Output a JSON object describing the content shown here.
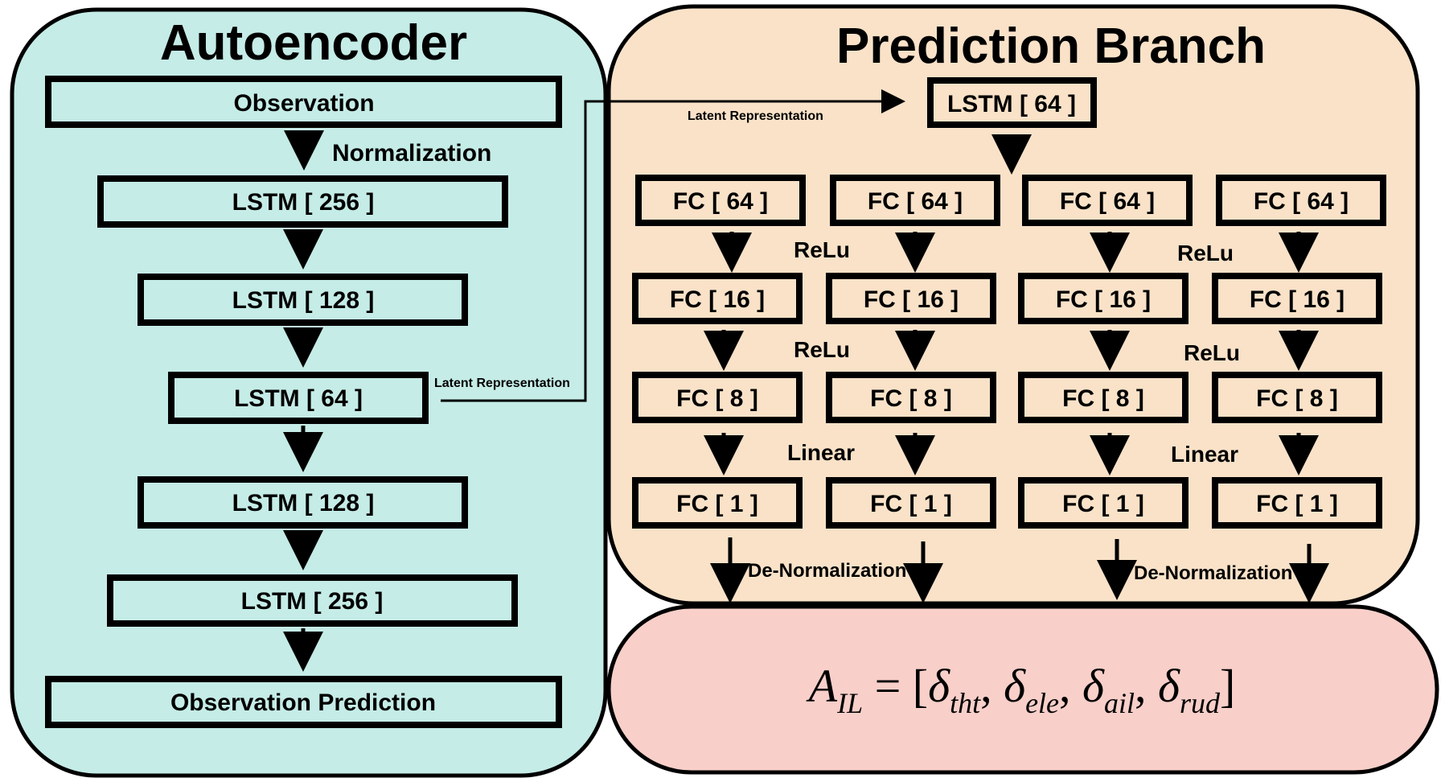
{
  "colors": {
    "autoencoder_bg": "#c5ece7",
    "prediction_bg": "#f9e2c8",
    "output_bg": "#f8cfc9",
    "stroke": "#000000"
  },
  "autoencoder": {
    "title": "Autoencoder",
    "observation": "Observation",
    "normalization": "Normalization",
    "lstm_256_enc": "LSTM [ 256 ]",
    "lstm_128_enc": "LSTM [ 128 ]",
    "lstm_64": "LSTM [ 64 ]",
    "latent_label": "Latent Representation",
    "lstm_128_dec": "LSTM [ 128 ]",
    "lstm_256_dec": "LSTM [ 256 ]",
    "observation_prediction": "Observation Prediction"
  },
  "prediction": {
    "title": "Prediction Branch",
    "latent_label": "Latent Representation",
    "lstm_64": "LSTM [ 64 ]",
    "fc64": "FC [ 64 ]",
    "fc16": "FC [ 16 ]",
    "fc8": "FC [ 8 ]",
    "fc1": "FC [ 1 ]",
    "relu": "ReLu",
    "linear": "Linear",
    "denorm": "De-Normalization"
  },
  "output": {
    "lhs_main": "A",
    "lhs_sub": "IL",
    "equals": " = [",
    "d1_sub": "tht",
    "d2_sub": "ele",
    "d3_sub": "ail",
    "d4_sub": "rud",
    "delta": "δ",
    "comma": ", ",
    "close": "]"
  }
}
